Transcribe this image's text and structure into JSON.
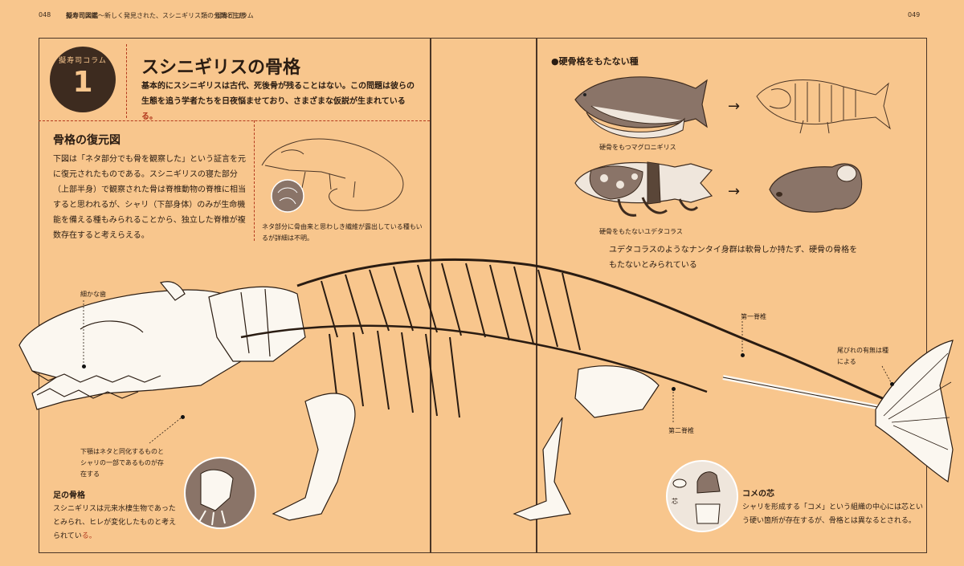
{
  "header": {
    "page_left": "048",
    "book_title": "擬寿司図鑑",
    "subtitle": "〜新しく発見された、スシニギリス類の分類と生態",
    "section_left": "擬寿司コラム",
    "page_right": "049"
  },
  "badge": {
    "label": "擬寿司コラム",
    "number": "1"
  },
  "title": "スシニギリスの骨格",
  "lead": {
    "text": "基本的にスシニギリスは古代、死後骨が残ることはない。この問題は彼らの生態を追う学者たちを日夜悩ませており、さまざまな仮説が生まれている",
    "end": "る。"
  },
  "restoration": {
    "heading": "骨格の復元図",
    "body": "下図は「ネタ部分でも骨を観察した」という証言を元に復元されたものである。スシニギリスの寝た部分（上部半身）で観察された骨は脊椎動物の脊椎に相当すると思われるが、シャリ（下部身体）のみが生命機能を備える種もみられることから、独立した脊椎が複数存在すると考えらえる。",
    "sketch_caption": "ネタ部分に骨由来と思わしき繊維が露出している種もいるが詳細は不明。"
  },
  "boneless": {
    "heading": "●硬骨格をもたない種",
    "caption1": "硬骨をもつマグロニギリス",
    "caption2": "硬骨をもたないユデタコラス",
    "arrow": "→",
    "body": "ユデタコラスのようなナンタイ身群は軟骨しか持たず、硬骨の骨格をもたないとみられている"
  },
  "labels": {
    "teeth": "細かな歯",
    "jaw": "下顎はネタと同化するものとシャリの一部であるものが存在する",
    "vert1": "第一脊椎",
    "vert2": "第二脊椎",
    "tail": "尾びれの有無は種による"
  },
  "foot": {
    "heading": "足の骨格",
    "body": "スシニギリスは元来水棲生物であったとみられ、ヒレが変化したものと考えられてい",
    "end": "る。"
  },
  "rice_core": {
    "heading": "コメの芯",
    "body": "シャリを形成する「コメ」という組織の中心には芯という硬い箇所が存在するが、骨格とは異なるとされる。",
    "tag": "芯"
  },
  "colors": {
    "background": "#f8c68d",
    "ink": "#3d2b1f",
    "accent": "#b33a1e",
    "illustration_fill": "#8a7468"
  }
}
